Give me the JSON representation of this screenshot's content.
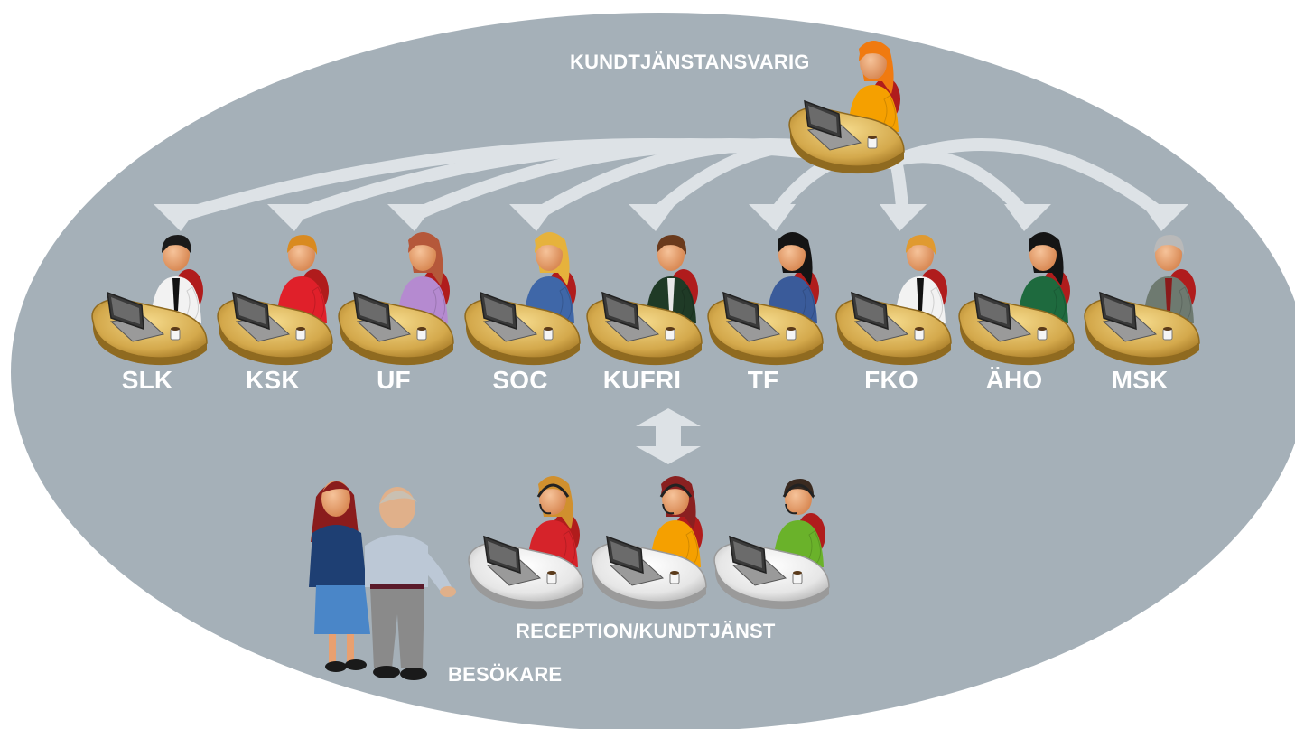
{
  "title": "KUNDTJÄNSTANSVARIG",
  "departments": [
    {
      "code": "SLK",
      "hair": "#1a1a1a",
      "shirt": "#f2f2f2",
      "tie": "#111111",
      "long_hair": false
    },
    {
      "code": "KSK",
      "hair": "#d98a20",
      "shirt": "#e0202a",
      "tie": "",
      "long_hair": false
    },
    {
      "code": "UF",
      "hair": "#b5583a",
      "shirt": "#b58ad0",
      "tie": "",
      "long_hair": true
    },
    {
      "code": "SOC",
      "hair": "#e6b23c",
      "shirt": "#3f67a8",
      "tie": "",
      "long_hair": true
    },
    {
      "code": "KUFRI",
      "hair": "#6a3a1c",
      "shirt": "#1f3a26",
      "tie": "#e8e8e8",
      "long_hair": false
    },
    {
      "code": "TF",
      "hair": "#141414",
      "shirt": "#3a5b9a",
      "tie": "",
      "long_hair": true
    },
    {
      "code": "FKO",
      "hair": "#e09a30",
      "shirt": "#f2f2f2",
      "tie": "#111111",
      "long_hair": false
    },
    {
      "code": "ÄHO",
      "hair": "#151515",
      "shirt": "#1e6a3e",
      "tie": "",
      "long_hair": true
    },
    {
      "code": "MSK",
      "hair": "#b9b9b9",
      "shirt": "#6e7a70",
      "tie": "#8a1a1a",
      "long_hair": false
    }
  ],
  "reception": {
    "label": "RECEPTION/KUNDTJÄNST",
    "staff": [
      {
        "hair": "#d0902e",
        "shirt": "#d6232a"
      },
      {
        "hair": "#8a2020",
        "shirt": "#f5a000"
      },
      {
        "hair": "#3a2a20",
        "shirt": "#6ab22a"
      }
    ]
  },
  "visitors_label": "BESÖKARE",
  "colors": {
    "background_ellipse": "#a5b0b8",
    "arrow": "#dde2e6",
    "label_text": "#ffffff",
    "desk_wood": "#d4a94c",
    "desk_light": "#e8e8e8",
    "skin": "#e8a070",
    "chair": "#b01c1c",
    "manager_shirt": "#f5a000",
    "manager_hair": "#f07a10"
  }
}
